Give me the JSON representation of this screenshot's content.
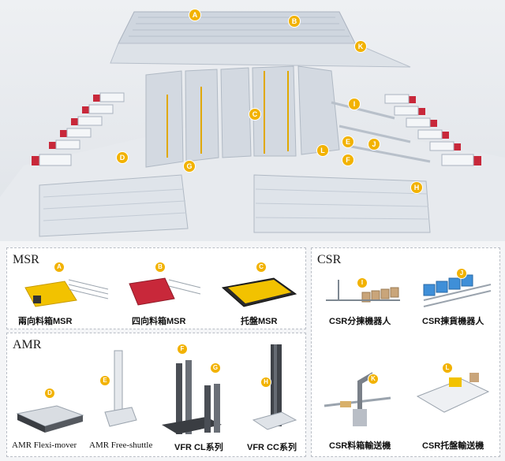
{
  "hero": {
    "markers": [
      "A",
      "B",
      "C",
      "D",
      "E",
      "F",
      "G",
      "H",
      "I",
      "J",
      "K",
      "L"
    ]
  },
  "msr": {
    "title": "MSR",
    "items": [
      {
        "badge": "A",
        "label": "兩向料箱MSR"
      },
      {
        "badge": "B",
        "label": "四向料箱MSR"
      },
      {
        "badge": "C",
        "label": "托盤MSR"
      }
    ]
  },
  "amr": {
    "title": "AMR",
    "items": [
      {
        "badge": "D",
        "label": "AMR Flexi-mover"
      },
      {
        "badge": "E",
        "label": "AMR Free-shuttle"
      },
      {
        "badge": "F",
        "label": ""
      },
      {
        "badge": "G",
        "label": "VFR CL系列"
      },
      {
        "badge": "H",
        "label": "VFR CC系列"
      }
    ]
  },
  "csr": {
    "title": "CSR",
    "items": [
      {
        "badge": "I",
        "label": "CSR分揀機器人"
      },
      {
        "badge": "J",
        "label": "CSR揀貨機器人"
      },
      {
        "badge": "K",
        "label": "CSR料箱輸送機"
      },
      {
        "badge": "L",
        "label": "CSR托盤輸送機"
      }
    ]
  },
  "colors": {
    "accent": "#f2b200",
    "red": "#c8283a",
    "frame": "#b9bec6"
  }
}
